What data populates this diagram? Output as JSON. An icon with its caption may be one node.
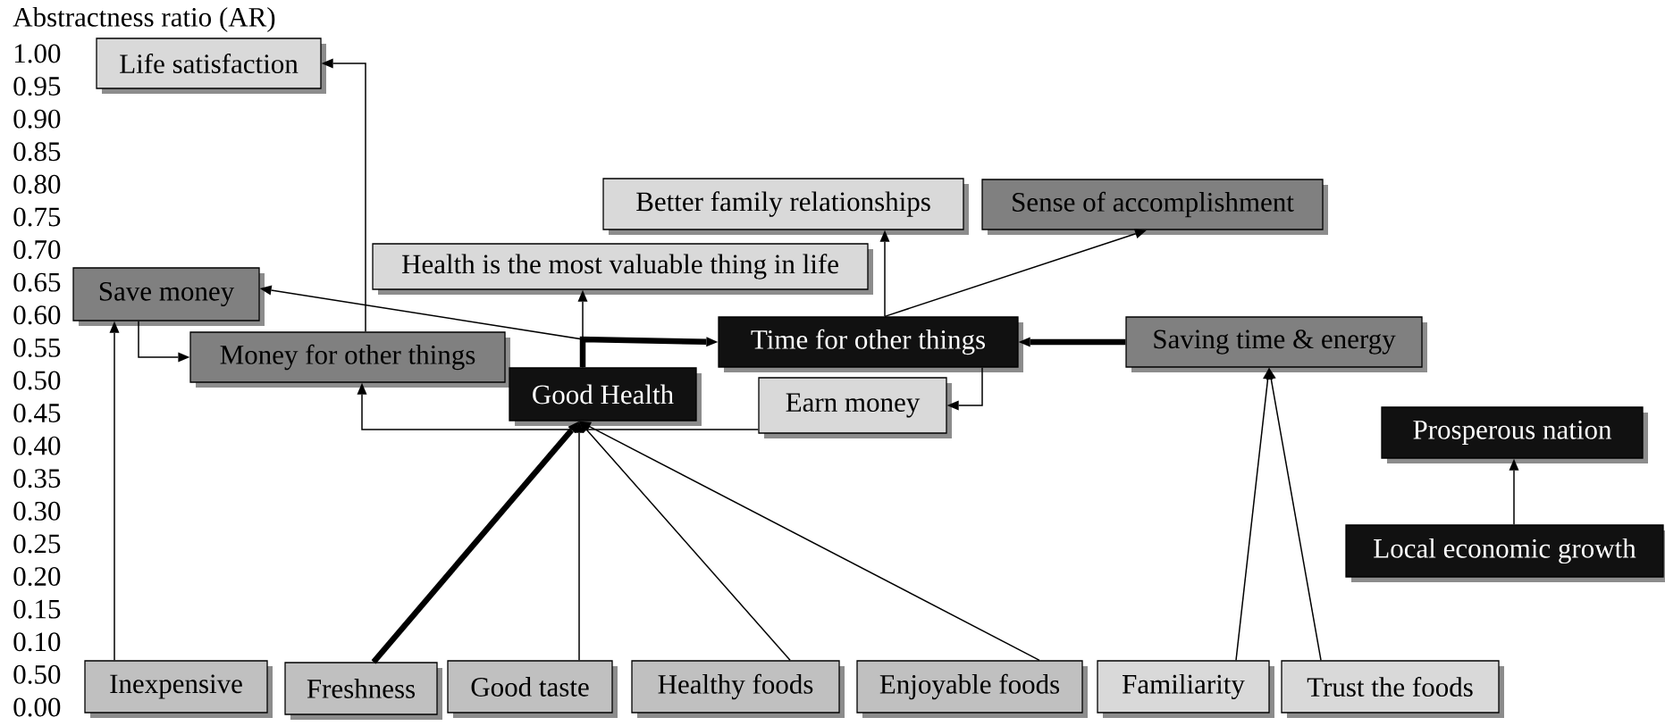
{
  "diagram": {
    "nodes": [
      {
        "text": [
          "Life satisfaction"
        ]
      },
      {
        "text": [
          "Better family relationships"
        ]
      },
      {
        "text": [
          "Sense of accomplishment"
        ]
      },
      {
        "text": [
          "Health is the most valuable thing in life"
        ]
      },
      {
        "text": [
          "Save money"
        ]
      },
      {
        "text": [
          "Time for other things"
        ]
      },
      {
        "text": [
          "Saving time & energy"
        ]
      },
      {
        "text": [
          "Money for other things"
        ]
      },
      {
        "text": [
          "Good Health"
        ]
      },
      {
        "text": [
          "Earn money"
        ]
      },
      {
        "text": [
          "Prosperous nation"
        ]
      },
      {
        "text": [
          "Local economic growth"
        ]
      },
      {
        "text": [
          "Inexpensive"
        ]
      },
      {
        "text": [
          "Freshness"
        ]
      },
      {
        "text": [
          "Good taste"
        ]
      },
      {
        "text": [
          "Healthy foods"
        ]
      },
      {
        "text": [
          "Enjoyable foods"
        ]
      },
      {
        "text": [
          "Familiarity"
        ]
      },
      {
        "text": [
          "Trust the foods"
        ]
      }
    ],
    "edges": [
      {
        "from": 12,
        "to": 4,
        "arrow": "to"
      },
      {
        "from": 4,
        "to": 7,
        "arrow": "to"
      },
      {
        "from": 7,
        "to": 0,
        "arrow": "to"
      },
      {
        "from": 8,
        "to": 4,
        "arrow": "to"
      },
      {
        "from": 8,
        "to": 3,
        "arrow": "to"
      },
      {
        "from": 8,
        "to": 5,
        "arrow": "to",
        "style": "thick"
      },
      {
        "from": 5,
        "to": 1,
        "arrow": "to"
      },
      {
        "from": 5,
        "to": 2,
        "arrow": "to"
      },
      {
        "from": 6,
        "to": 5,
        "arrow": "to",
        "style": "thick"
      },
      {
        "from": 5,
        "to": 9,
        "arrow": "to"
      },
      {
        "from": 9,
        "to": 7,
        "arrow": "to"
      },
      {
        "from": 13,
        "to": 8,
        "arrow": "to",
        "style": "thick"
      },
      {
        "from": 14,
        "to": 8,
        "arrow": "to"
      },
      {
        "from": 15,
        "to": 8,
        "arrow": "to"
      },
      {
        "from": 16,
        "to": 8,
        "arrow": "to"
      },
      {
        "from": 17,
        "to": 6,
        "arrow": "to"
      },
      {
        "from": 18,
        "to": 6,
        "arrow": "to"
      },
      {
        "from": 11,
        "to": 10,
        "arrow": "to"
      }
    ],
    "labels": [
      "Abstractness ratio (AR)",
      "1.00",
      "0.95",
      "0.90",
      "0.85",
      "0.80",
      "0.75",
      "0.70",
      "0.65",
      "0.60",
      "0.55",
      "0.50",
      "0.45",
      "0.40",
      "0.35",
      "0.30",
      "0.25",
      "0.20",
      "0.15",
      "0.10",
      "0.50",
      "0.00"
    ]
  }
}
